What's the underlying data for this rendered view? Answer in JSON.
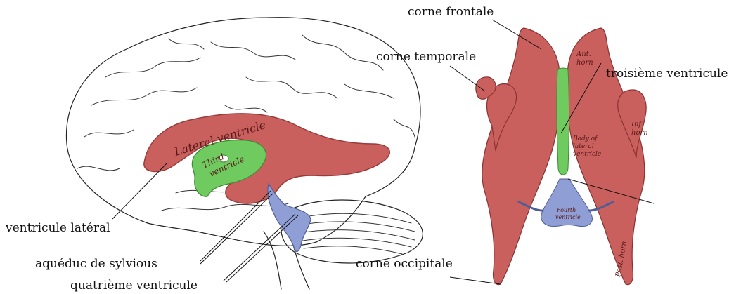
{
  "colors": {
    "lateral_ventricle": "#c9605e",
    "lateral_ventricle_dark": "#9a3a3a",
    "third_ventricle": "#6fca60",
    "fourth_ventricle": "#8f9fd6",
    "outline": "#222222",
    "background": "#ffffff"
  },
  "left_view": {
    "engraved_text": {
      "lateral_ventricle": "Lateral ventricle",
      "third_ventricle_line1": "Third",
      "third_ventricle_line2": "ventricle"
    }
  },
  "right_view": {
    "engraved_text": {
      "ant_horn_1": "Ant.",
      "ant_horn_2": "horn",
      "inf_horn_1": "Inf.",
      "inf_horn_2": "horn",
      "body_1": "Body of",
      "body_2": "lateral",
      "body_3": "ventricle",
      "fourth_1": "Fourth",
      "fourth_2": "ventricle",
      "post_horn": "Post. horn"
    }
  },
  "labels": {
    "corne_frontale": "corne frontale",
    "corne_temporale": "corne temporale",
    "troisieme_ventricule": "troisième ventricule",
    "ventricule_lateral": "ventricule latéral",
    "aqueduc": "aquéduc de sylvious",
    "quatrieme_ventricule": "quatrième ventricule",
    "corne_occipitale": "corne occipitale"
  }
}
